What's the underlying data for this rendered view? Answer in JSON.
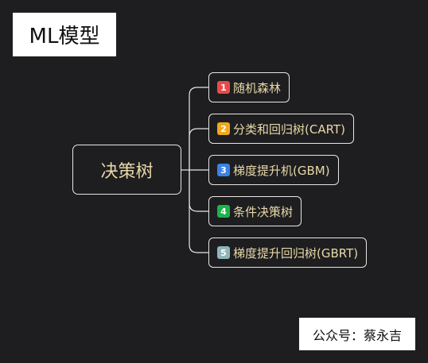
{
  "title": "ML模型",
  "root": {
    "label": "决策树"
  },
  "children": [
    {
      "num": "1",
      "label": "随机森林",
      "badge_color": "#e84a4a"
    },
    {
      "num": "2",
      "label": "分类和回归树(CART)",
      "badge_color": "#f0a81a"
    },
    {
      "num": "3",
      "label": "梯度提升机(GBM)",
      "badge_color": "#3b82e6"
    },
    {
      "num": "4",
      "label": "条件决策树",
      "badge_color": "#1bb34a"
    },
    {
      "num": "5",
      "label": "梯度提升回归树(GBRT)",
      "badge_color": "#8fb5b8"
    }
  ],
  "footer": "公众号：蔡永吉",
  "colors": {
    "background": "#1e1e20",
    "node_text": "#e8d8a8",
    "line": "#e6e6e6"
  }
}
